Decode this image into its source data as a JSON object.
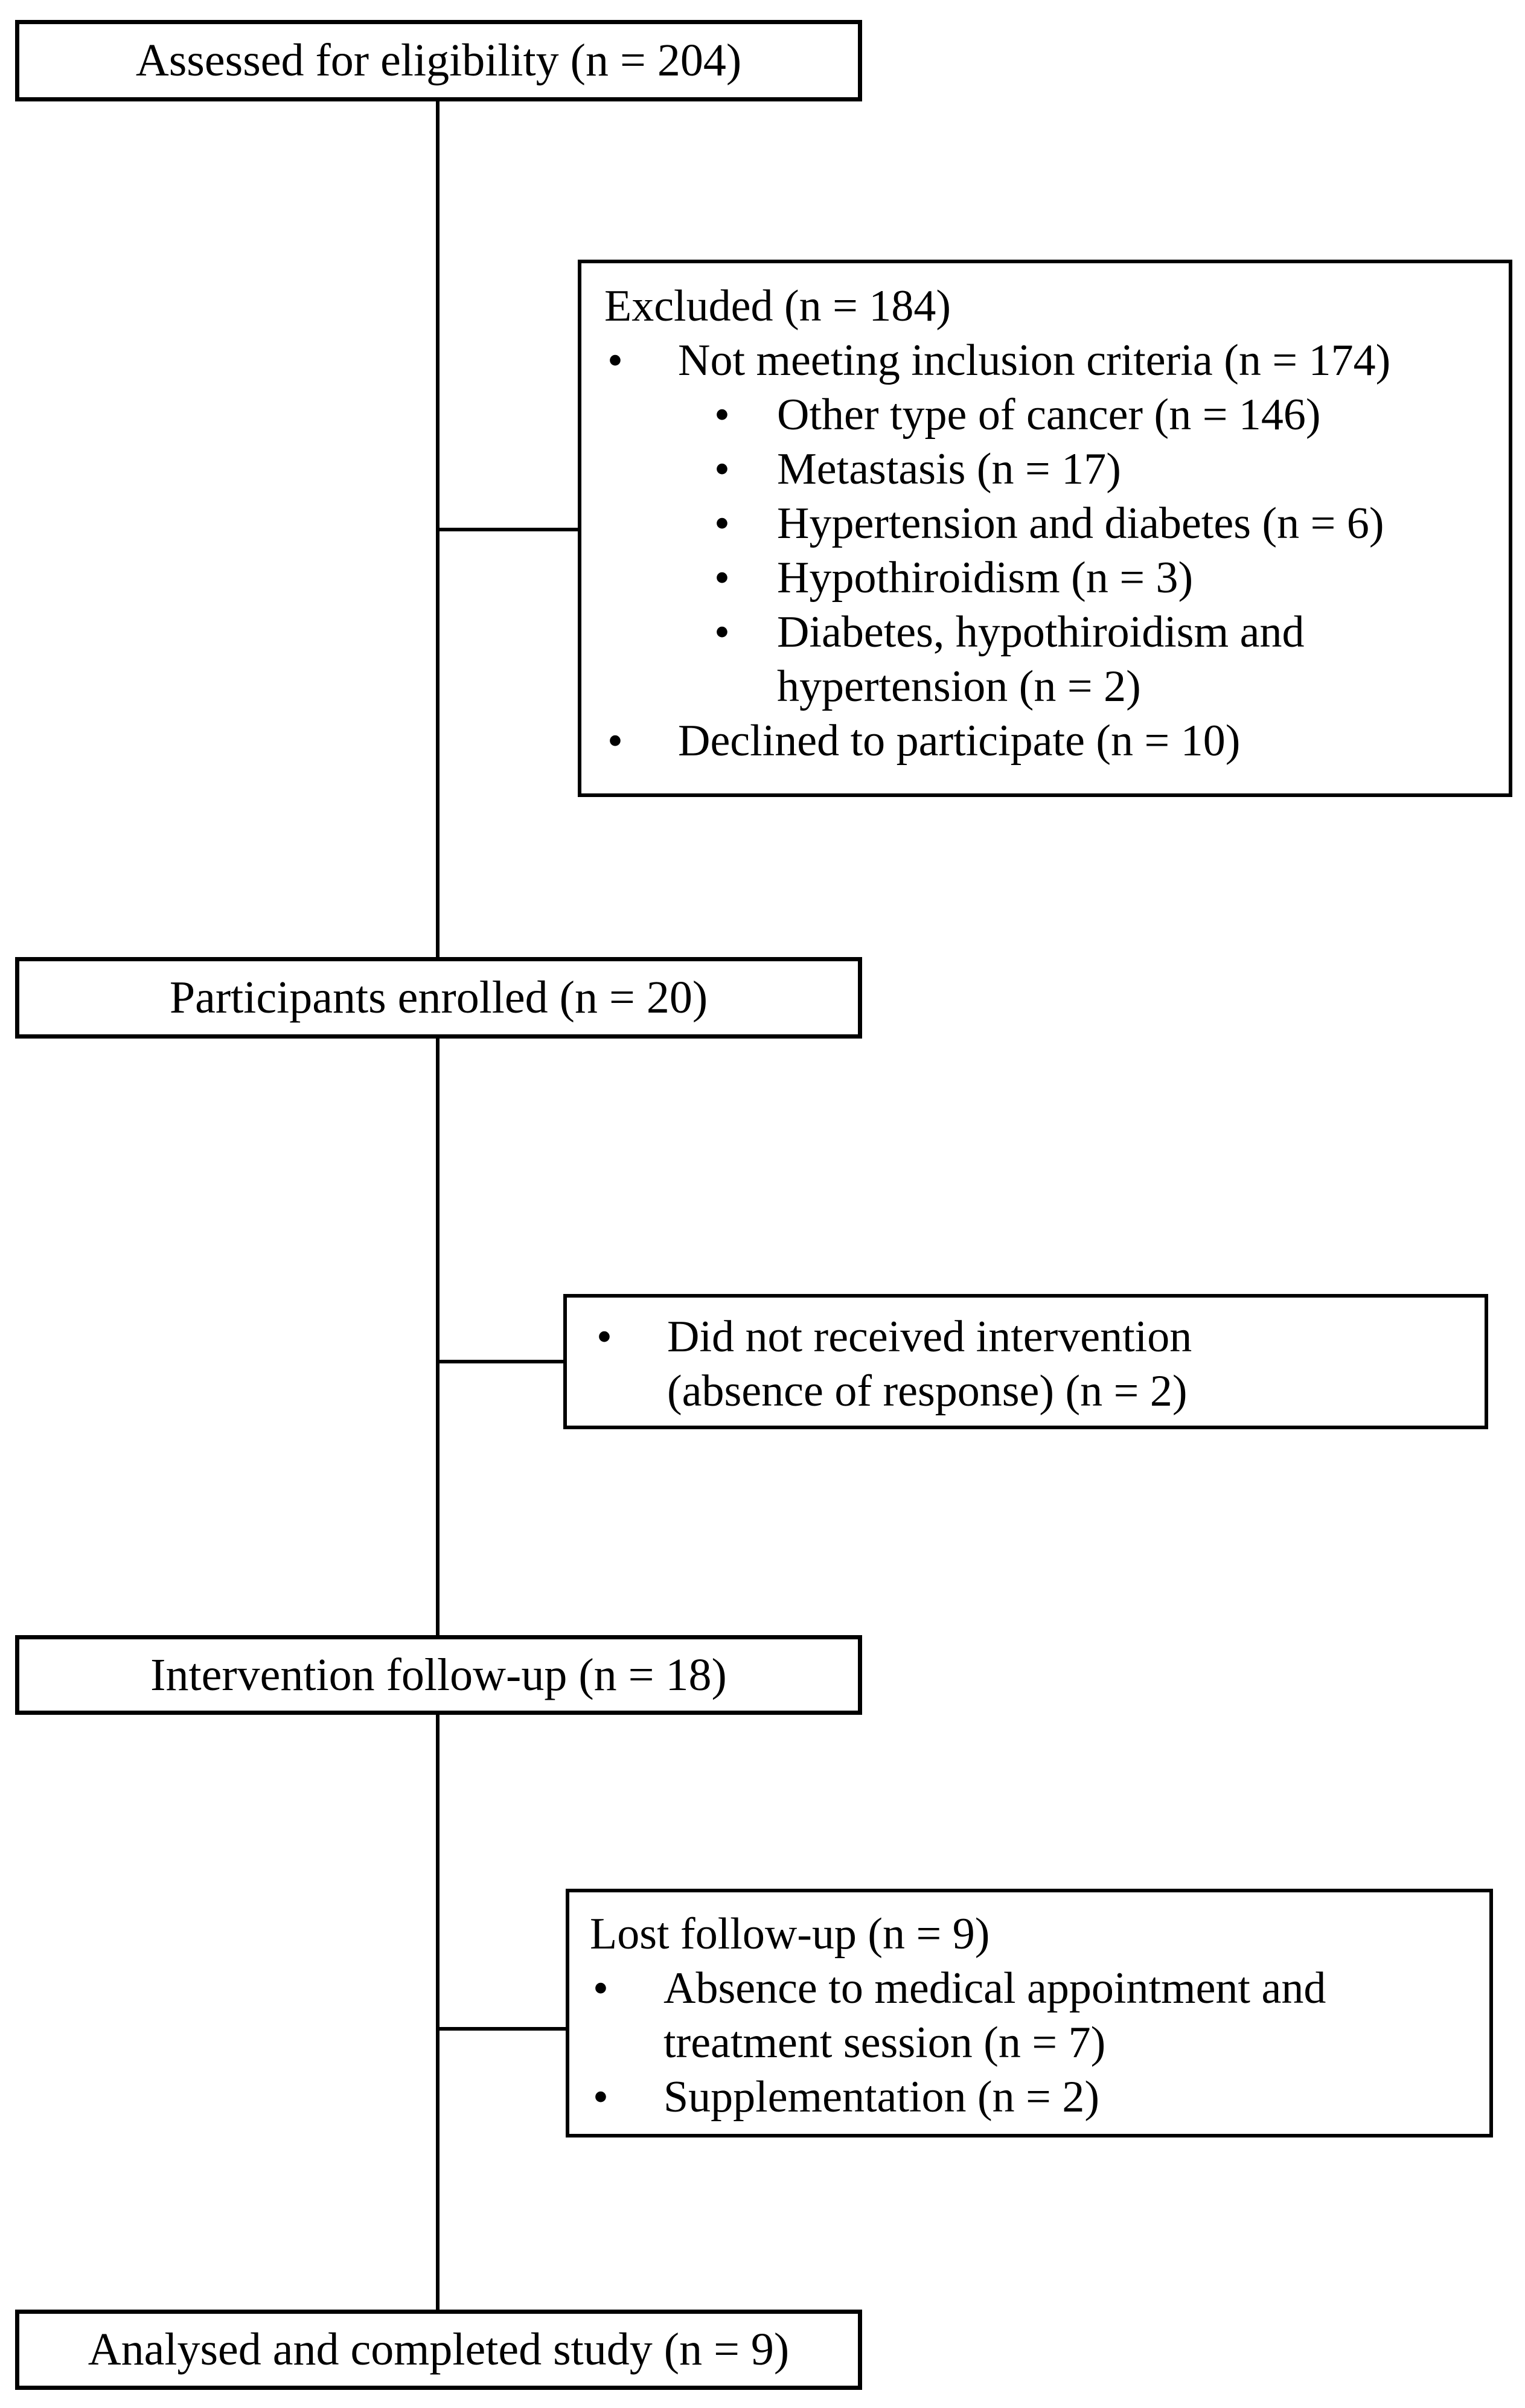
{
  "glyphs": {
    "bullet": "•"
  },
  "flow": {
    "assessed": "Assessed for eligibility (n = 204)",
    "enrolled": "Participants enrolled (n = 20)",
    "followup": "Intervention follow-up (n = 18)",
    "analysed": "Analysed and completed study (n = 9)"
  },
  "excluded": {
    "title": "Excluded (n = 184)",
    "items": {
      "not_meeting": "Not meeting inclusion criteria (n = 174)",
      "other_cancer": "Other type of cancer (n = 146)",
      "metastasis": "Metastasis (n = 17)",
      "hypertension_diabetes": "Hypertension and diabetes (n = 6)",
      "hypothiroidism": "Hypothiroidism (n = 3)",
      "diabetes_combo": "Diabetes, hypothiroidism and hypertension (n = 2)",
      "declined": "Declined to participate (n = 10)"
    }
  },
  "not_received": {
    "item": "Did not received intervention (absence of response) (n = 2)"
  },
  "lost": {
    "title": "Lost follow-up (n = 9)",
    "items": {
      "absence": "Absence to medical appointment and treatment session (n = 7)",
      "supplementation": "Supplementation (n = 2)"
    }
  }
}
